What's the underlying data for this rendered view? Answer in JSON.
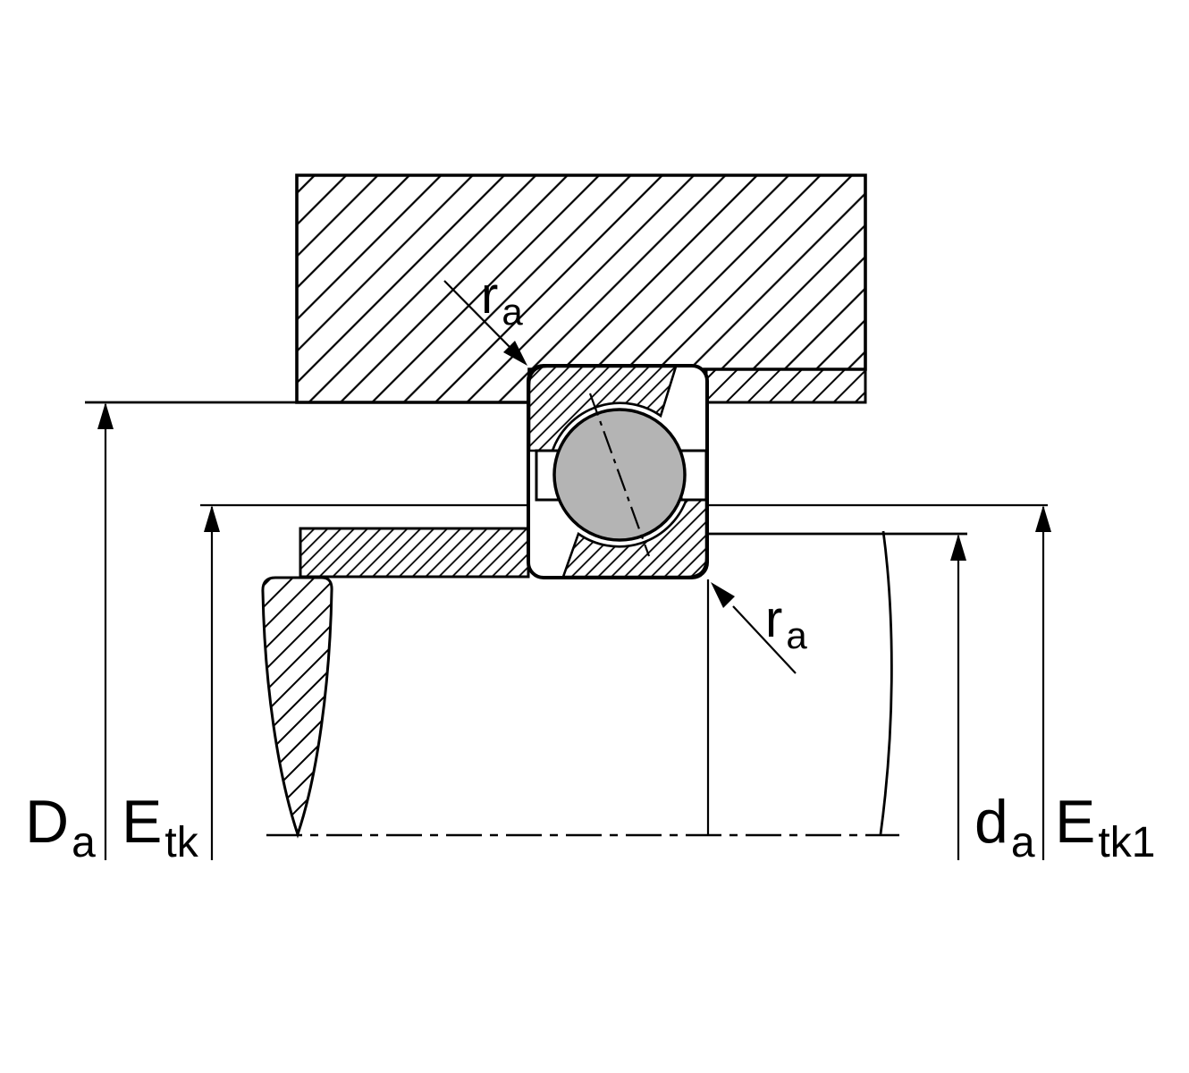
{
  "diagram": {
    "colors": {
      "line": "#000000",
      "ball_fill": "#b4b4b4",
      "background": "#ffffff"
    },
    "labels": {
      "Da": {
        "main": "D",
        "sub": "a"
      },
      "Etk": {
        "main": "E",
        "sub": "tk"
      },
      "da": {
        "main": "d",
        "sub": "a"
      },
      "Etk1": {
        "main": "E",
        "sub": "tk1"
      },
      "ra_top": {
        "main": "r",
        "sub": "a"
      },
      "ra_bottom": {
        "main": "r",
        "sub": "a"
      }
    }
  }
}
